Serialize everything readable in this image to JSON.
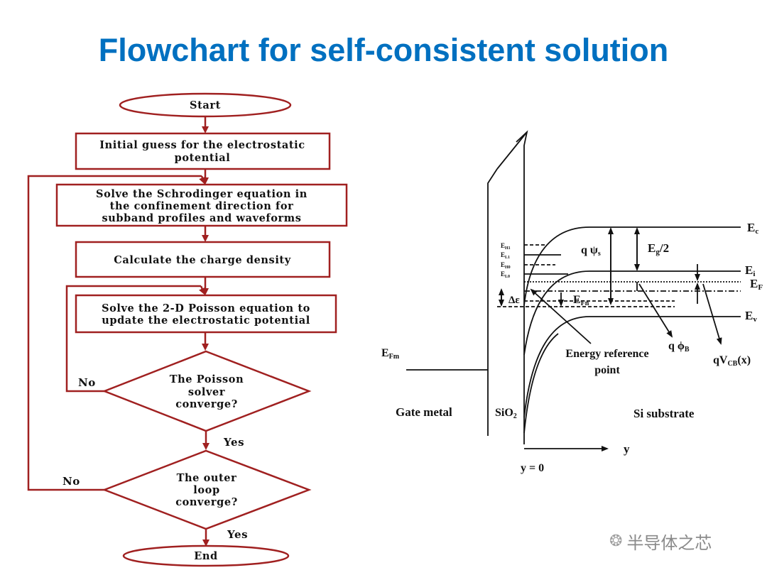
{
  "title": "Flowchart for self-consistent solution",
  "flowchart": {
    "start": "Start",
    "step1": [
      "Initial guess for the electrostatic",
      "potential"
    ],
    "step2": [
      "Solve the Schrodinger equation in",
      "the confinement direction for",
      "subband profiles and waveforms"
    ],
    "step3": [
      "Calculate the charge density"
    ],
    "step4": [
      "Solve the 2-D Poisson equation to",
      "update the electrostatic potential"
    ],
    "decision1": [
      "The Poisson",
      "solver",
      "converge?"
    ],
    "decision2": [
      "The outer",
      "loop",
      "converge?"
    ],
    "no_label_1": "No",
    "no_label_2": "No",
    "yes_label_1": "Yes",
    "yes_label_2": "Yes",
    "end": "End",
    "color": "#a02020"
  },
  "band_diagram": {
    "efm": "E",
    "efm_sub": "Fm",
    "gate_metal": "Gate metal",
    "sio2": "SiO",
    "sio2_sub": "2",
    "si_substrate": "Si substrate",
    "y_axis": "y",
    "y_zero": "y = 0",
    "ec": "E",
    "ec_sub": "c",
    "ei": "E",
    "ei_sub": "i",
    "ef": "E",
    "ef_sub": "F",
    "ev": "E",
    "ev_sub": "v",
    "eg_half": "E",
    "eg_half_sub": "g",
    "eg_half_tail": "/2",
    "q_psi": "q ψ",
    "q_psi_sub": "s",
    "efn": "E",
    "efn_sub": "Fn",
    "delta_eps": "Δε",
    "q_phi": "q ϕ",
    "q_phi_sub": "B",
    "qvcb": "qV",
    "qvcb_sub": "CB",
    "qvcb_tail": "(x)",
    "energy_ref": [
      "Energy reference",
      "point"
    ],
    "subband_labels": [
      {
        "main": "E",
        "sub": "H1"
      },
      {
        "main": "E",
        "sub": "L1"
      },
      {
        "main": "E",
        "sub": "H0"
      },
      {
        "main": "E",
        "sub": "L0"
      }
    ]
  },
  "watermark": {
    "icon": "wechat-icon",
    "text": "半导体之芯"
  }
}
